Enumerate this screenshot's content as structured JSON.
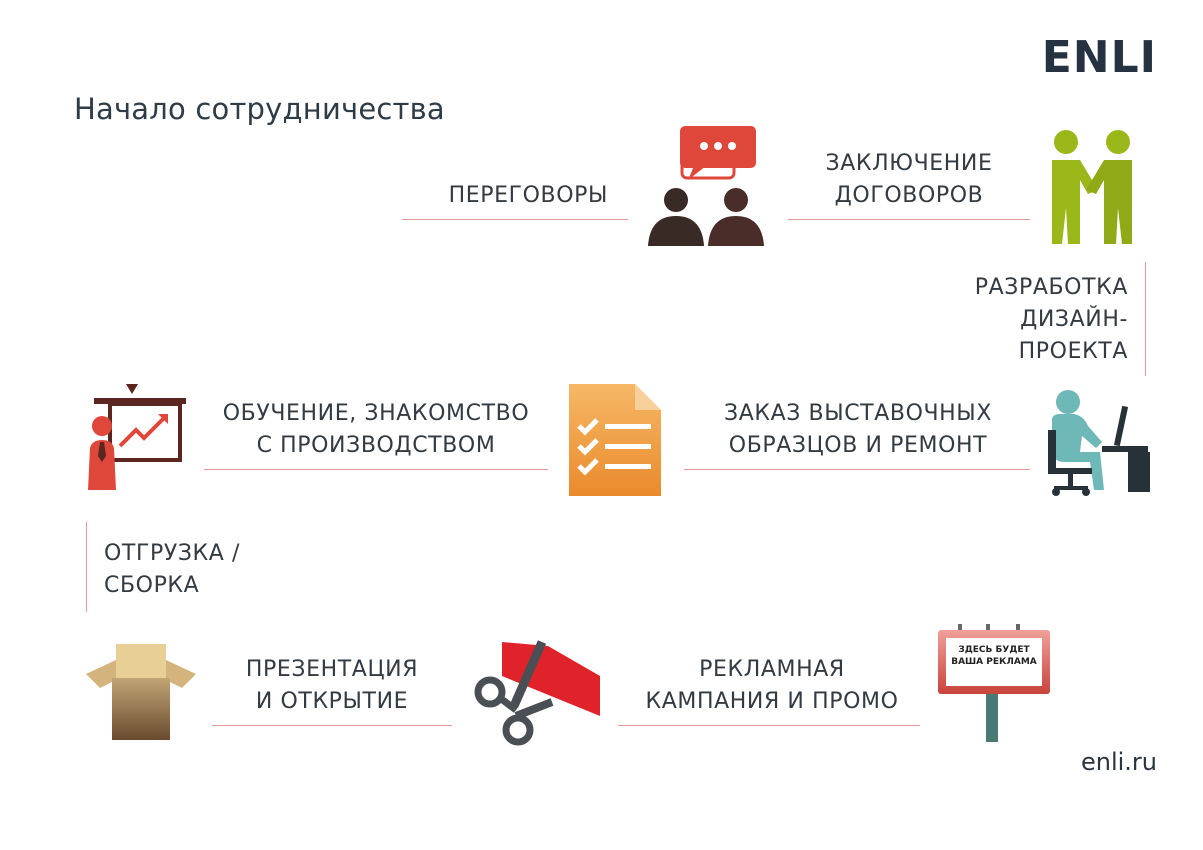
{
  "brand": {
    "logo": "ENLI",
    "site": "enli.ru"
  },
  "title": "Начало сотрудничества",
  "steps": {
    "negotiations": {
      "lines": [
        "ПЕРЕГОВОРЫ"
      ]
    },
    "contracts": {
      "lines": [
        "ЗАКЛЮЧЕНИЕ",
        "ДОГОВОРОВ"
      ]
    },
    "design": {
      "lines": [
        "РАЗРАБОТКА",
        "ДИЗАЙН-",
        "ПРОЕКТА"
      ]
    },
    "samples": {
      "lines": [
        "ЗАКАЗ ВЫСТАВОЧНЫХ",
        "ОБРАЗЦОВ И РЕМОНТ"
      ]
    },
    "training": {
      "lines": [
        "ОБУЧЕНИЕ, ЗНАКОМСТВО",
        "С ПРОИЗВОДСТВОМ"
      ]
    },
    "shipping": {
      "lines": [
        "ОТГРУЗКА /",
        "СБОРКА"
      ]
    },
    "opening": {
      "lines": [
        "ПРЕЗЕНТАЦИЯ",
        "И ОТКРЫТИЕ"
      ]
    },
    "promo": {
      "lines": [
        "РЕКЛАМНАЯ",
        "КАМПАНИЯ И ПРОМО"
      ]
    }
  },
  "billboard": {
    "lines": [
      "ЗДЕСЬ БУДЕТ",
      "ВАША РЕКЛАМА"
    ]
  },
  "icons": {
    "negotiations": "people-chat-icon",
    "contracts": "handshake-icon",
    "design": "designer-at-computer-icon",
    "samples": "checklist-document-icon",
    "training": "presentation-board-icon",
    "shipping": "open-box-icon",
    "opening": "ribbon-scissors-icon",
    "promo": "billboard-icon"
  },
  "colors": {
    "line": "#e39a96",
    "logo": "#243241",
    "orange": "#ee9a3e",
    "red": "#d9352c",
    "green": "#9bb81a",
    "teal": "#6fb8b8"
  }
}
